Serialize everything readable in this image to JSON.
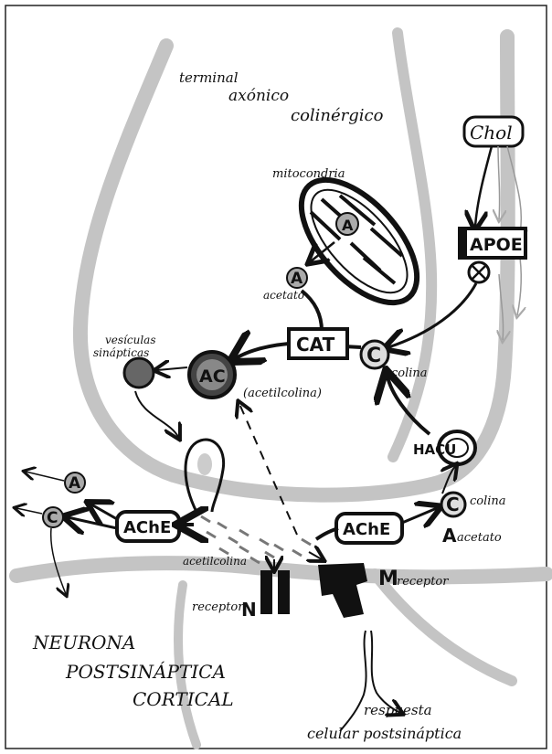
{
  "labels": {
    "terminal_title": [
      "terminal",
      "axónico",
      "colinérgico"
    ],
    "mitochondria": "mitocondria",
    "chol": "Chol",
    "apoe": "APOE",
    "acetate_symbol": "A",
    "acetate_label": "acetato",
    "cat": "CAT",
    "choline_symbol": "C",
    "choline_label": "colina",
    "vesicles": [
      "vesículas",
      "sinápticas"
    ],
    "ac_symbol": "AC",
    "acetylcholine_paren": "(acetilcolina)",
    "hacu": "HACU",
    "ache": "AChE",
    "acetylcholine_cleft": "acetilcolina",
    "receptor_n_prefix": "receptor",
    "receptor_n": "N",
    "receptor_m": "M",
    "receptor_m_suffix": "receptor",
    "neuron_label": [
      "NEURONA",
      "POSTSINÁPTICA",
      "CORTICAL"
    ],
    "response_label": [
      "respuesta",
      "celular postsináptica"
    ]
  }
}
